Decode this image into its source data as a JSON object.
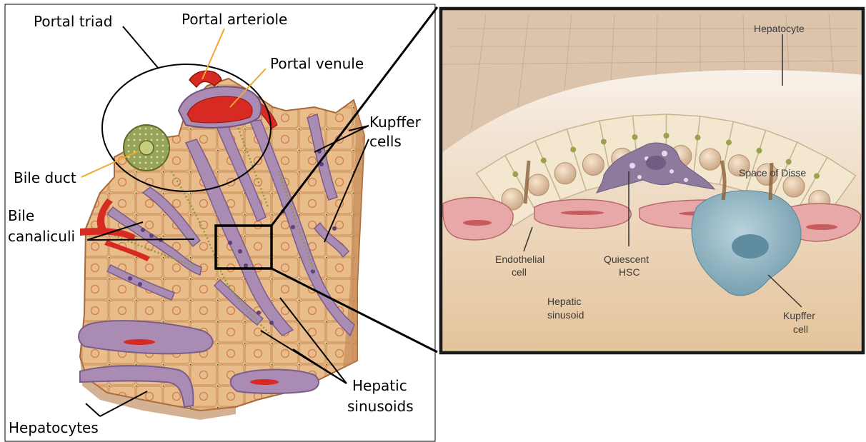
{
  "left_panel": {
    "labels": {
      "portal_triad": "Portal triad",
      "portal_arteriole": "Portal arteriole",
      "portal_venule": "Portal venule",
      "kupffer_cells_line1": "Kupffer",
      "kupffer_cells_line2": "cells",
      "bile_duct": "Bile duct",
      "bile_canaliculi_line1": "Bile",
      "bile_canaliculi_line2": "canaliculi",
      "hepatic_sinusoids_line1": "Hepatic",
      "hepatic_sinusoids_line2": "sinusoids",
      "hepatocytes": "Hepatocytes"
    }
  },
  "right_panel": {
    "labels": {
      "hepatocyte": "Hepatocyte",
      "space_of_disse": "Space of Disse",
      "endothelial_line1": "Endothelial",
      "endothelial_line2": "cell",
      "quiescent_line1": "Quiescent",
      "quiescent_line2": "HSC",
      "hepatic_sinusoid_line1": "Hepatic",
      "hepatic_sinusoid_line2": "sinusoid",
      "kupffer_line1": "Kupffer",
      "kupffer_line2": "cell"
    }
  },
  "colors": {
    "tissue": "#e2b07c",
    "tissue_outline": "#a8683a",
    "sinusoid": "#a98bb4",
    "artery": "#d62a22",
    "bile_duct": "#8f9a4e",
    "leader_orange": "#f2a82a",
    "hepatocyte_cream": "#f3e7cf",
    "endothelial_pink": "#e9a8a8",
    "kupffer_blue": "#8fb5c4",
    "hsc_purple": "#8d7a9c"
  }
}
